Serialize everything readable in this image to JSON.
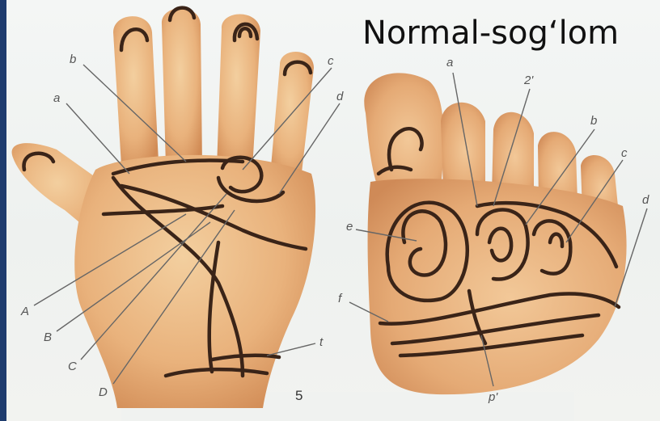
{
  "title": "Normal-sogʻlom",
  "figure_number": "5",
  "hand_labels": {
    "b": "b",
    "c": "c",
    "d": "d",
    "a": "a",
    "A": "A",
    "B": "B",
    "C": "C",
    "D": "D",
    "t": "t"
  },
  "foot_labels": {
    "a": "a",
    "two": "2'",
    "b": "b",
    "c": "c",
    "d": "d",
    "e": "e",
    "f": "f",
    "p": "p'"
  },
  "colors": {
    "skin": "#e9b27c",
    "skin_shadow": "#d7955c",
    "crease": "#3a2418",
    "border": "#1f3c6e"
  }
}
